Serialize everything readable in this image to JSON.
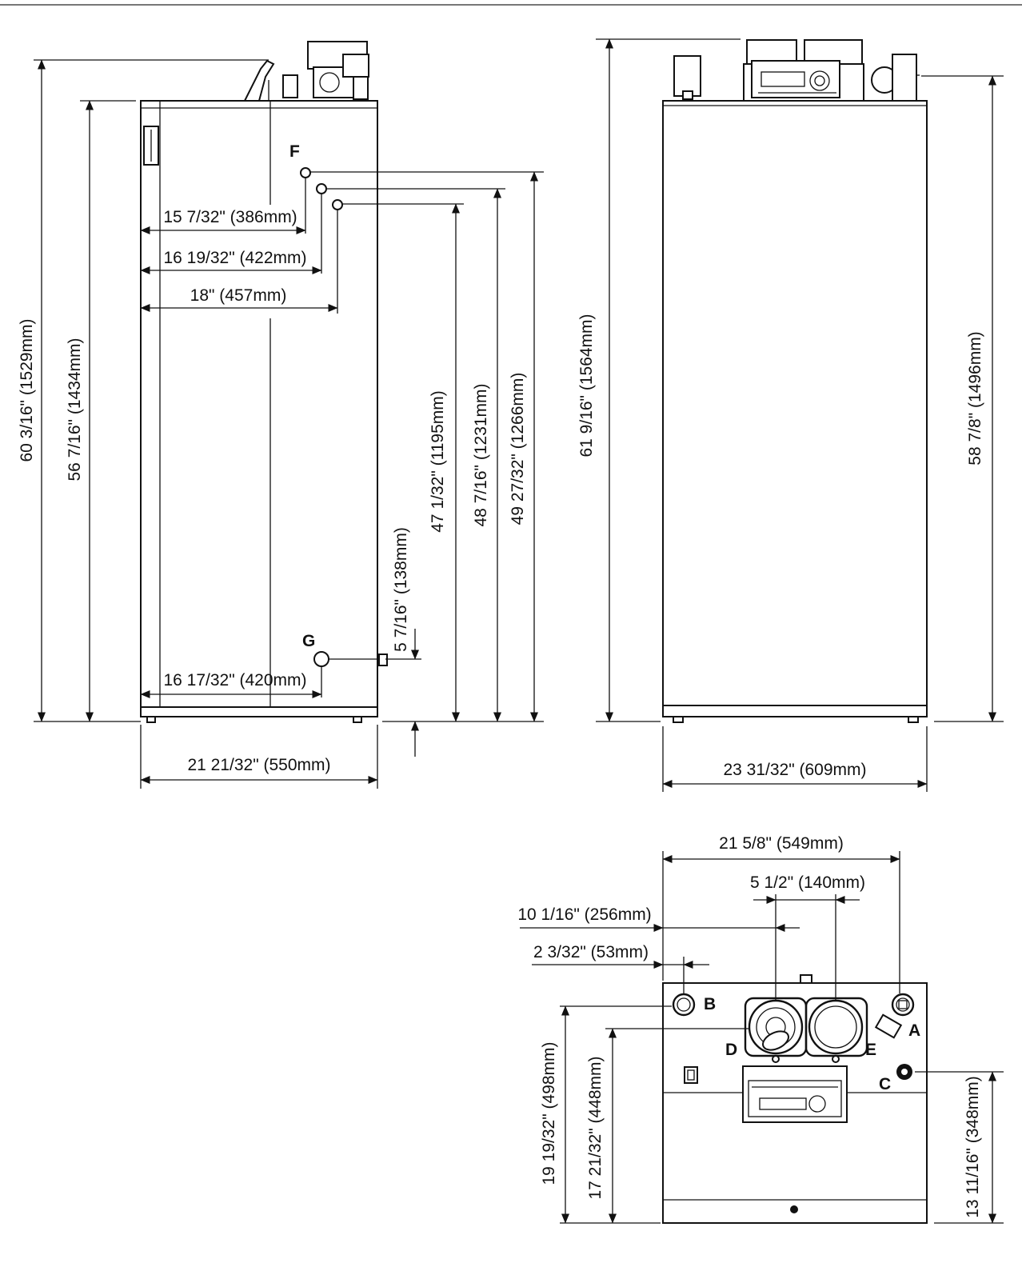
{
  "side_view": {
    "label_f": "F",
    "label_g": "G",
    "dim_height_overall": "60 3/16\" (1529mm)",
    "dim_height_cabinet": "56 7/16\" (1434mm)",
    "dim_f_upper": "15 7/32\" (386mm)",
    "dim_f_middle": "16 19/32\" (422mm)",
    "dim_f_lower": "18\" (457mm)",
    "dim_g_horizontal": "16 17/32\" (420mm)",
    "dim_g_height": "5 7/16\" (138mm)",
    "dim_f_height_lower": "47 1/32\" (1195mm)",
    "dim_f_height_middle": "48 7/16\" (1231mm)",
    "dim_f_height_upper": "49 27/32\" (1266mm)",
    "dim_depth": "21 21/32\" (550mm)"
  },
  "front_view": {
    "dim_height_overall": "61 9/16\" (1564mm)",
    "dim_height_top": "58 7/8\" (1496mm)",
    "dim_width": "23 31/32\" (609mm)"
  },
  "top_view": {
    "label_a": "A",
    "label_b": "B",
    "label_c": "C",
    "label_d": "D",
    "label_e": "E",
    "dim_a": "21 5/8\" (549mm)",
    "dim_de": "5 1/2\" (140mm)",
    "dim_d": "10 1/16\" (256mm)",
    "dim_b": "2 3/32\" (53mm)",
    "dim_b_depth": "19 19/32\" (498mm)",
    "dim_d_depth": "17 21/32\" (448mm)",
    "dim_c_depth": "13 11/16\" (348mm)"
  }
}
